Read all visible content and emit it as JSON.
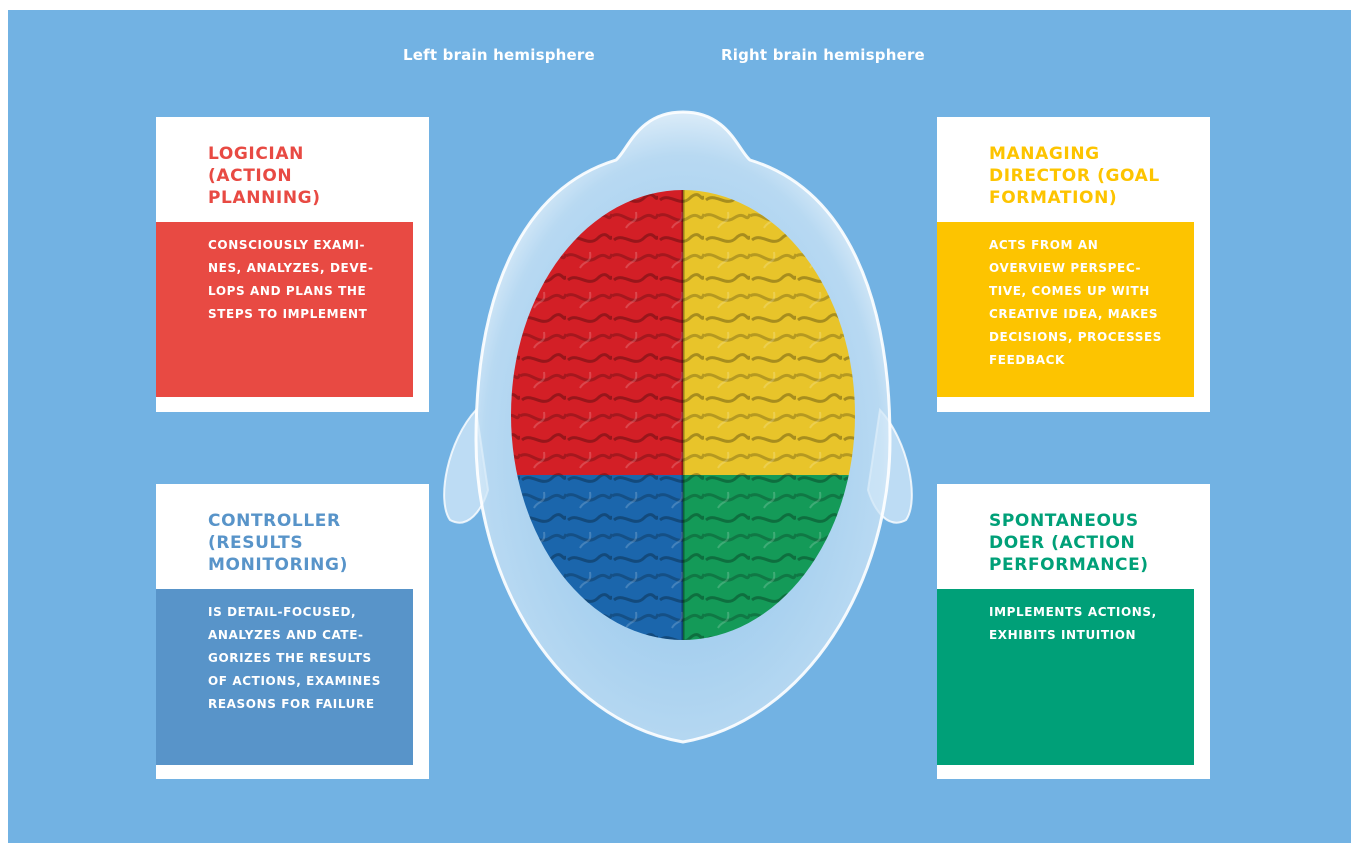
{
  "hemispheres": {
    "left": "Left brain hemisphere",
    "right": "Right brain hemisphere"
  },
  "quadrants": {
    "logician": {
      "title": "LOGICIAN\n(ACTION\nPLANNING)",
      "body": "CONSCIOUSLY EXAMI-\nNES, ANALYZES, DEVE-\nLOPS AND PLANS THE\nSTEPS TO IMPLEMENT",
      "color": "#e84a43"
    },
    "managing_director": {
      "title": "MANAGING\nDIRECTOR (GOAL\nFORMATION)",
      "body": "ACTS FROM AN\nOVERVIEW PERSPEC-\nTIVE, COMES UP WITH\nCREATIVE IDEA, MAKES\nDECISIONS, PROCESSES\nFEEDBACK",
      "color": "#fdc400"
    },
    "controller": {
      "title": "CONTROLLER\n(RESULTS\nMONITORING)",
      "body": "IS DETAIL-FOCUSED,\nANALYZES AND CATE-\nGORIZES THE RESULTS\nOF ACTIONS, EXAMINES\nREASONS FOR FAILURE",
      "color": "#5894c9"
    },
    "spontaneous_doer": {
      "title": "SPONTANEOUS\nDOER (ACTION\nPERFORMANCE)",
      "body": "IMPLEMENTS ACTIONS,\nEXHIBITS INTUITION",
      "color": "#00a078"
    }
  },
  "brain_colors": {
    "top_left": "#d31f26",
    "top_right": "#e8c42a",
    "bottom_left": "#1b66ac",
    "bottom_right": "#149a58",
    "background": "#72b2e3",
    "head": "#cfe6f7"
  }
}
